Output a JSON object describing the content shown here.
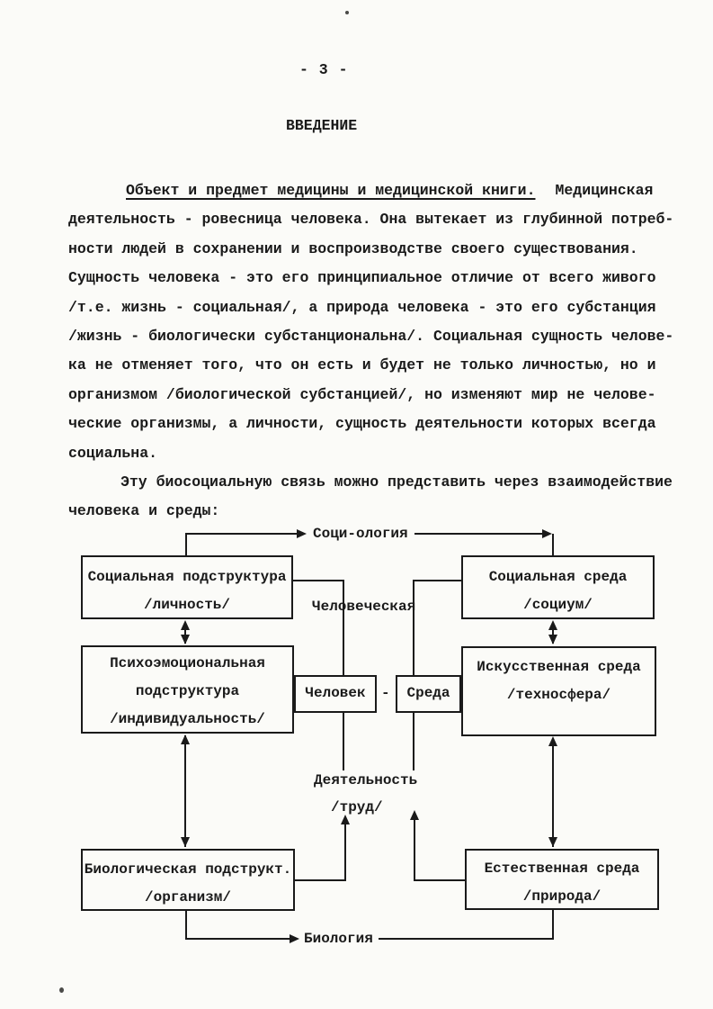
{
  "page": {
    "number": "- 3 -",
    "title": "ВВЕДЕНИЕ"
  },
  "paragraph1": {
    "lead_underlined": "Объект и предмет медицины и медицинской книги.",
    "lead_rest": "Медицинская",
    "lines": [
      "деятельность - ровесница человека. Она вытекает из глубинной потреб-",
      "ности людей в сохранении и воспроизводстве своего существования.",
      "Сущность человека - это его принципиальное отличие от всего живого",
      "/т.е. жизнь - социальная/, а природа человека - это его субстанция",
      "/жизнь - биологически субстанциональна/. Социальная сущность челове-",
      "ка не отменяет того, что он есть и будет не только личностью, но и",
      "организмом /биологической субстанцией/, но изменяют мир не челове-",
      "ческие организмы, а личности, сущность деятельности которых всегда",
      "социальна."
    ]
  },
  "paragraph2": {
    "lines": [
      "Эту биосоциальную связь можно представить через взаимодействие",
      "человека и среды:"
    ]
  },
  "diagram": {
    "labels": {
      "sociology": "Соци-ология",
      "biology": "Биология",
      "human_adjective": "Человеческая",
      "human": "Человек",
      "dash": "-",
      "environment": "Среда",
      "activity": "Деятельность",
      "labor": "/труд/"
    },
    "left_boxes": [
      {
        "lines": [
          "Социальная подструктура",
          "/личность/"
        ]
      },
      {
        "lines": [
          "Психоэмоциональная",
          "подструктура",
          "/индивидуальность/"
        ]
      },
      {
        "lines": [
          "Биологическая подструкт.",
          "/организм/"
        ]
      }
    ],
    "right_boxes": [
      {
        "lines": [
          "Социальная среда",
          "/социум/"
        ]
      },
      {
        "lines": [
          "Искусственная среда",
          "/техносфера/"
        ]
      },
      {
        "lines": [
          "Естественная среда",
          "/природа/"
        ]
      }
    ],
    "ink_color": "#1a1a1a",
    "paper_color": "#fbfbf8"
  }
}
